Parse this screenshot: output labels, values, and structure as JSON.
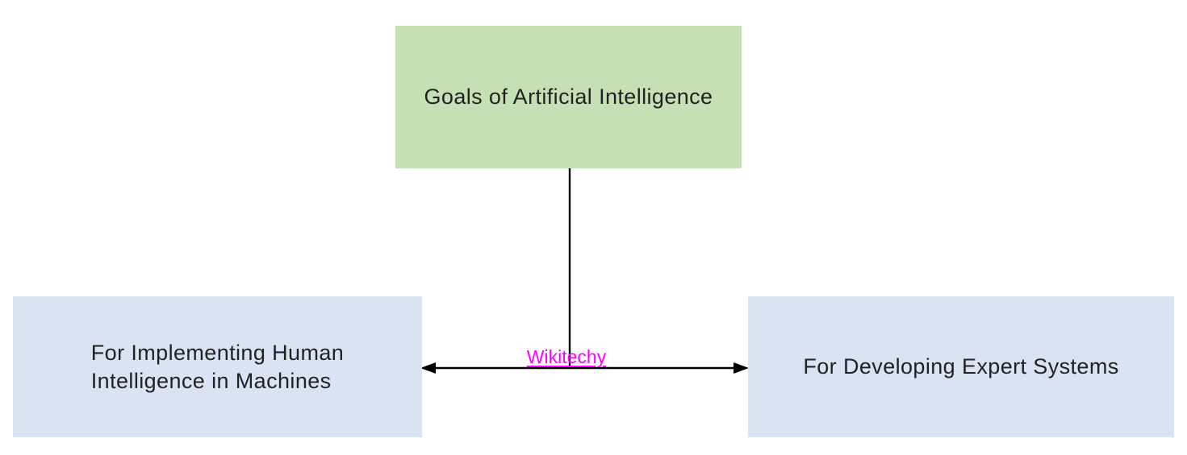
{
  "diagram": {
    "type": "flowchart",
    "nodes": {
      "goal": {
        "label": "Goals of Artificial Intelligence",
        "fill": "#c5e0b4"
      },
      "left": {
        "lines": [
          "For Implementing Human",
          "Intelligence in Machines"
        ],
        "fill": "#dae3f3"
      },
      "right": {
        "label": "For Developing Expert Systems",
        "fill": "#dae3f3"
      }
    },
    "connectors": {
      "color": "#000000",
      "description": "vertical line from top node meeting a horizontal double-headed arrow between the two bottom nodes"
    },
    "watermark": {
      "text": "Wikitechy",
      "color": "#ff00ff"
    }
  }
}
